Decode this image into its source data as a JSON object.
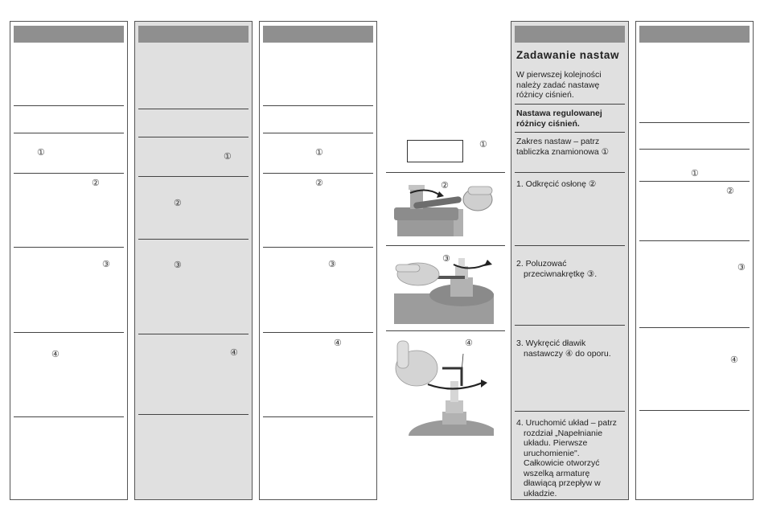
{
  "circled": {
    "n1": "①",
    "n2": "②",
    "n3": "③",
    "n4": "④"
  },
  "col5": {
    "title": "Zadawanie nastaw",
    "intro": [
      "W pierwszej kolejności",
      "należy zadać nastawę",
      "różnicy ciśnień."
    ],
    "subtitle": [
      "Nastawa regulowanej",
      "różnicy ciśnień."
    ],
    "range": [
      "Zakres nastaw – patrz",
      "tabliczka znamionowa ①"
    ],
    "step1": [
      "1. Odkręcić osłonę ②"
    ],
    "step2": [
      "2. Poluzować",
      "przeciwnakrętkę ③."
    ],
    "step3": [
      "3. Wykręcić dławik",
      "nastawczy ④ do oporu."
    ],
    "step4": [
      "4. Uruchomić układ – patrz",
      "rozdział „Napełnianie",
      "układu. Pierwsze",
      "uruchomienie\".",
      "Całkowicie otworzyć",
      "wszelką armaturę",
      "dławiącą przepływ w",
      "układzie."
    ]
  },
  "colors": {
    "header": "#8f8f8f",
    "shade": "#e0e0e0",
    "rule": "#444444"
  },
  "icons": [
    "valve-wrench-photo",
    "hex-key-locknut-photo",
    "hex-key-gland-photo",
    "curved-arrow-icon"
  ]
}
